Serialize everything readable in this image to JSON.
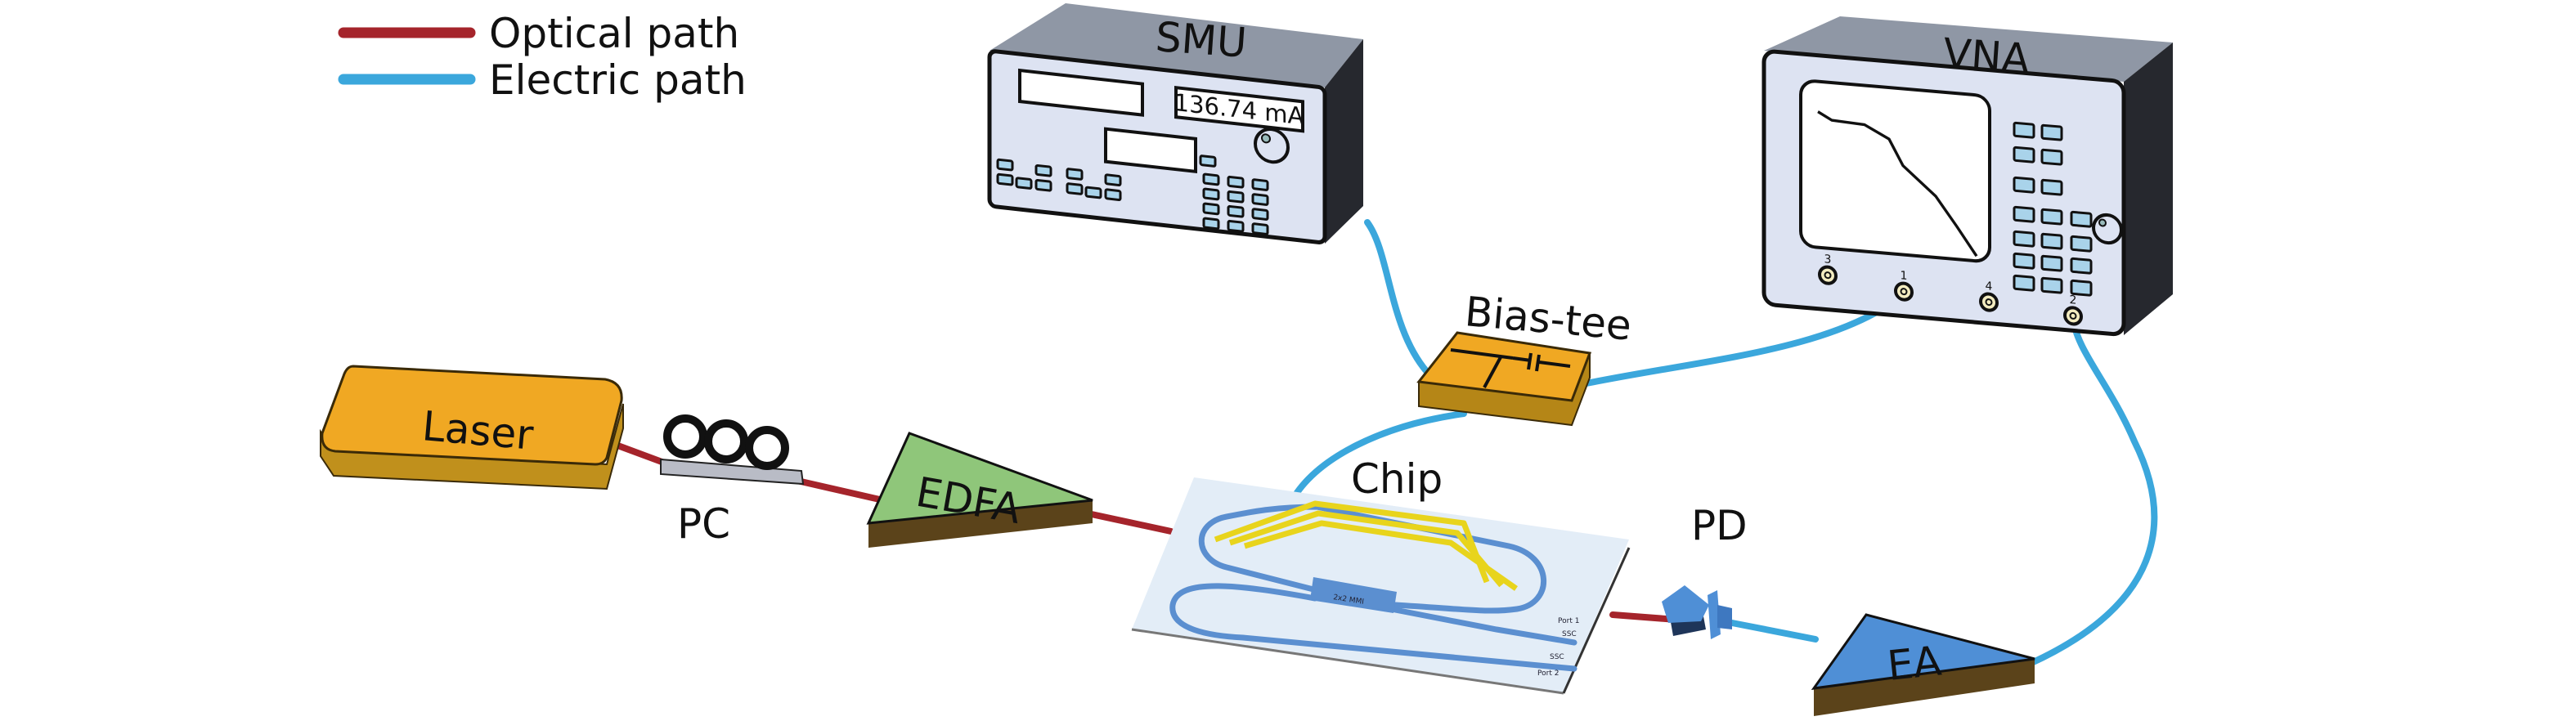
{
  "legend": [
    {
      "label": "Optical path",
      "color": "#a5242b"
    },
    {
      "label": "Electric path",
      "color": "#3ba7dc"
    }
  ],
  "instruments": {
    "smu": {
      "label": "SMU",
      "readout": "136.74 mA"
    },
    "vna": {
      "label": "VNA",
      "ports": [
        "3",
        "1",
        "4",
        "2"
      ]
    }
  },
  "components": {
    "laser": "Laser",
    "pc": "PC",
    "edfa": "EDFA",
    "bias_tee": "Bias-tee",
    "chip": "Chip",
    "pd": "PD",
    "ea": "EA"
  },
  "chip_labels": {
    "mmi": "2x2 MMI",
    "port1": "Port 1",
    "port2": "Port 2",
    "ssc1": "SSC",
    "ssc2": "SSC"
  },
  "colors": {
    "optical": "#a5242b",
    "electric": "#3ba7dc",
    "laser": "#f0a823",
    "edfa": "#8fc67a",
    "ea": "#4f8fd6",
    "waveguide": "#5b8fd0",
    "electrode": "#e8d41c"
  }
}
